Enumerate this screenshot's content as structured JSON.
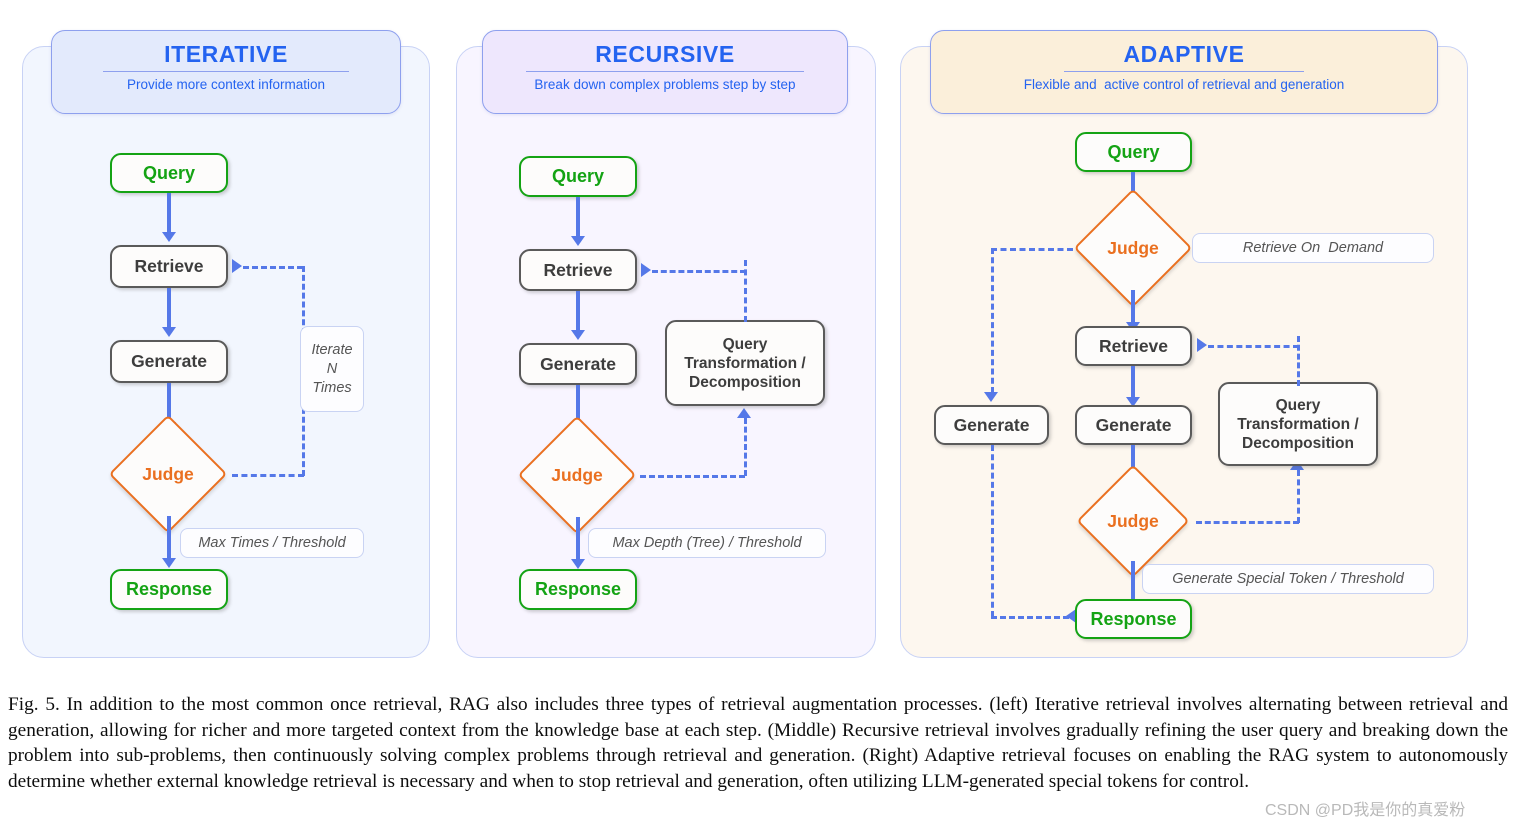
{
  "figure": {
    "caption": "Fig. 5.  In addition to the most common once retrieval, RAG also includes three types of retrieval augmentation processes. (left) Iterative retrieval involves alternating between retrieval and generation, allowing for richer and more targeted context from the knowledge base at each step. (Middle) Recursive retrieval involves gradually refining the user query and breaking down the problem into sub-problems, then continuously solving complex problems through retrieval and generation. (Right) Adaptive retrieval focuses on enabling the RAG system to autonomously determine whether external knowledge retrieval is necessary and when to stop retrieval and generation, often utilizing LLM-generated special tokens for control.",
    "watermark": "CSDN @PD我是你的真爱粉"
  },
  "colors": {
    "title_blue": "#2463f0",
    "arrow_blue": "#5578e8",
    "terminal_green": "#14a314",
    "judge_orange": "#ea7020",
    "process_gray": "#5a5a5a",
    "panel_iterative_bg": "#f2f6fe",
    "panel_recursive_bg": "#f8f5ff",
    "panel_adaptive_bg": "#fdf7ef",
    "badge_iterative_bg": "#e3eafc",
    "badge_recursive_bg": "#eee7fd",
    "badge_adaptive_bg": "#fbefda",
    "badge_border": "#8ea0ee"
  },
  "panels": [
    {
      "id": "iterative",
      "title": "ITERATIVE",
      "subtitle": "Provide more context information",
      "nodes": {
        "query": "Query",
        "retrieve": "Retrieve",
        "generate": "Generate",
        "judge": "Judge",
        "response": "Response"
      },
      "chips": {
        "loop": "Iterate\nN\nTimes",
        "exit": "Max Times / Threshold"
      }
    },
    {
      "id": "recursive",
      "title": "RECURSIVE",
      "subtitle": "Break down complex problems step by step",
      "nodes": {
        "query": "Query",
        "retrieve": "Retrieve",
        "generate": "Generate",
        "judge": "Judge",
        "response": "Response",
        "transform": "Query\nTransformation /\nDecomposition"
      },
      "chips": {
        "exit": "Max Depth (Tree) / Threshold"
      }
    },
    {
      "id": "adaptive",
      "title": "ADAPTIVE",
      "subtitle": "Flexible and  active control of retrieval and generation",
      "nodes": {
        "query": "Query",
        "judge_top": "Judge",
        "retrieve": "Retrieve",
        "generate_left": "Generate",
        "generate_center": "Generate",
        "judge_bottom": "Judge",
        "response": "Response",
        "transform": "Query\nTransformation /\nDecomposition"
      },
      "chips": {
        "on_demand": "Retrieve On  Demand",
        "exit": "Generate Special Token / Threshold"
      }
    }
  ]
}
